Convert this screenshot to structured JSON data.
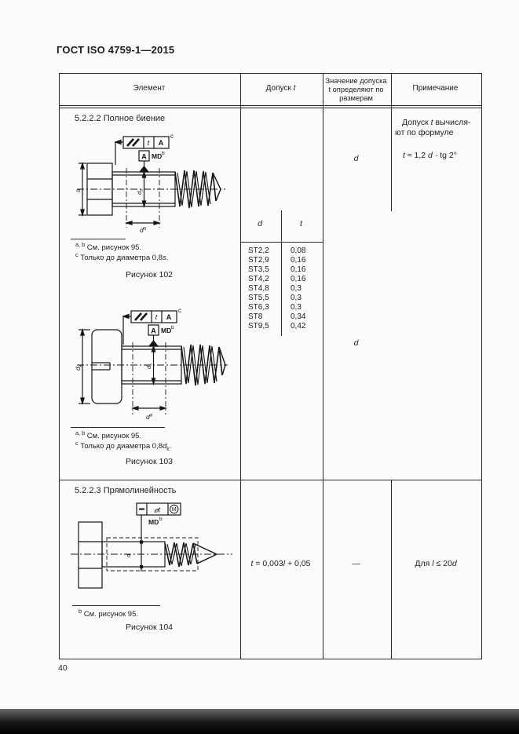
{
  "doc": {
    "title": "ГОСТ ISO 4759-1—2015",
    "page_number": "40"
  },
  "table_header": {
    "element": "Элемент",
    "tolerance_pre": "Допуск ",
    "tolerance_var": "t",
    "value_line1": "Значение допуска",
    "value_line2": "t определяют по",
    "value_line3": "размерам",
    "note": "Примечание"
  },
  "runout": {
    "section_title": "5.2.2.2  Полное биение",
    "fig102": {
      "frame_sup": "c",
      "frame_t": "t",
      "frame_datum": "A",
      "datum_letter": "A",
      "datum_md": "MD",
      "datum_md_sup": "b",
      "dim_s": "s",
      "dim_ds_base": "d",
      "dim_ds_sub": "s",
      "dim_da_base": "d",
      "dim_da_sup": "a",
      "footnote1_sup": "a, b",
      "footnote1": " См. рисунок 95.",
      "footnote2_sup": "c",
      "footnote2_pre": " Только до диаметра 0,8",
      "footnote2_var": "s",
      "footnote2_end": ".",
      "caption": "Рисунок 102"
    },
    "fig103": {
      "frame_sup": "c",
      "frame_t": "t",
      "frame_datum": "A",
      "datum_letter": "A",
      "datum_md": "MD",
      "datum_md_sup": "b",
      "dim_dk_base": "d",
      "dim_dk_sub": "k",
      "dim_ds_base": "d",
      "dim_ds_sub": "s",
      "dim_da_base": "d",
      "dim_da_sup": "a",
      "footnote1_sup": "a, b",
      "footnote1": " См. рисунок 95.",
      "footnote2_sup": "c",
      "footnote2_pre": " Только до диаметра 0,8",
      "footnote2_var": "d",
      "footnote2_sub": "k",
      "footnote2_end": ".",
      "caption": "Рисунок 103"
    },
    "subtable": {
      "head_d": "d",
      "head_t": "t",
      "rows": [
        {
          "d": "ST2,2",
          "t": "0,08"
        },
        {
          "d": "ST2,9",
          "t": "0,16"
        },
        {
          "d": "ST3,5",
          "t": "0,16"
        },
        {
          "d": "ST4,2",
          "t": "0,16"
        },
        {
          "d": "ST4,8",
          "t": "0,3"
        },
        {
          "d": "ST5,5",
          "t": "0,3"
        },
        {
          "d": "ST6,3",
          "t": "0,3"
        },
        {
          "d": "ST8",
          "t": "0,34"
        },
        {
          "d": "ST9,5",
          "t": "0,42"
        }
      ]
    },
    "value_top": "d",
    "value_bottom": "d",
    "note": {
      "line1_pre": "Допуск ",
      "line1_var": "t",
      "line1_post": " вычисля-",
      "line2": "ют по формуле",
      "f_var1": "t",
      "f_mid": " ≈ 1,2 ",
      "f_var2": "d",
      "f_end": " · tg 2°"
    }
  },
  "straight": {
    "section_title": "5.2.2.3  Прямолинейность",
    "fig104": {
      "frame_phi": "⌀t",
      "frame_mod": "M",
      "md": "MD",
      "md_sup": "b",
      "dim_d": "d",
      "footnote_sup": "b",
      "footnote": " См. рисунок 95.",
      "caption": "Рисунок 104"
    },
    "tol_var1": "t",
    "tol_mid": " = 0,003",
    "tol_var2": "l",
    "tol_end": " + 0,05",
    "value": "—",
    "note_pre": "Для ",
    "note_var1": "l",
    "note_mid": " ≤ 20",
    "note_var2": "d"
  }
}
